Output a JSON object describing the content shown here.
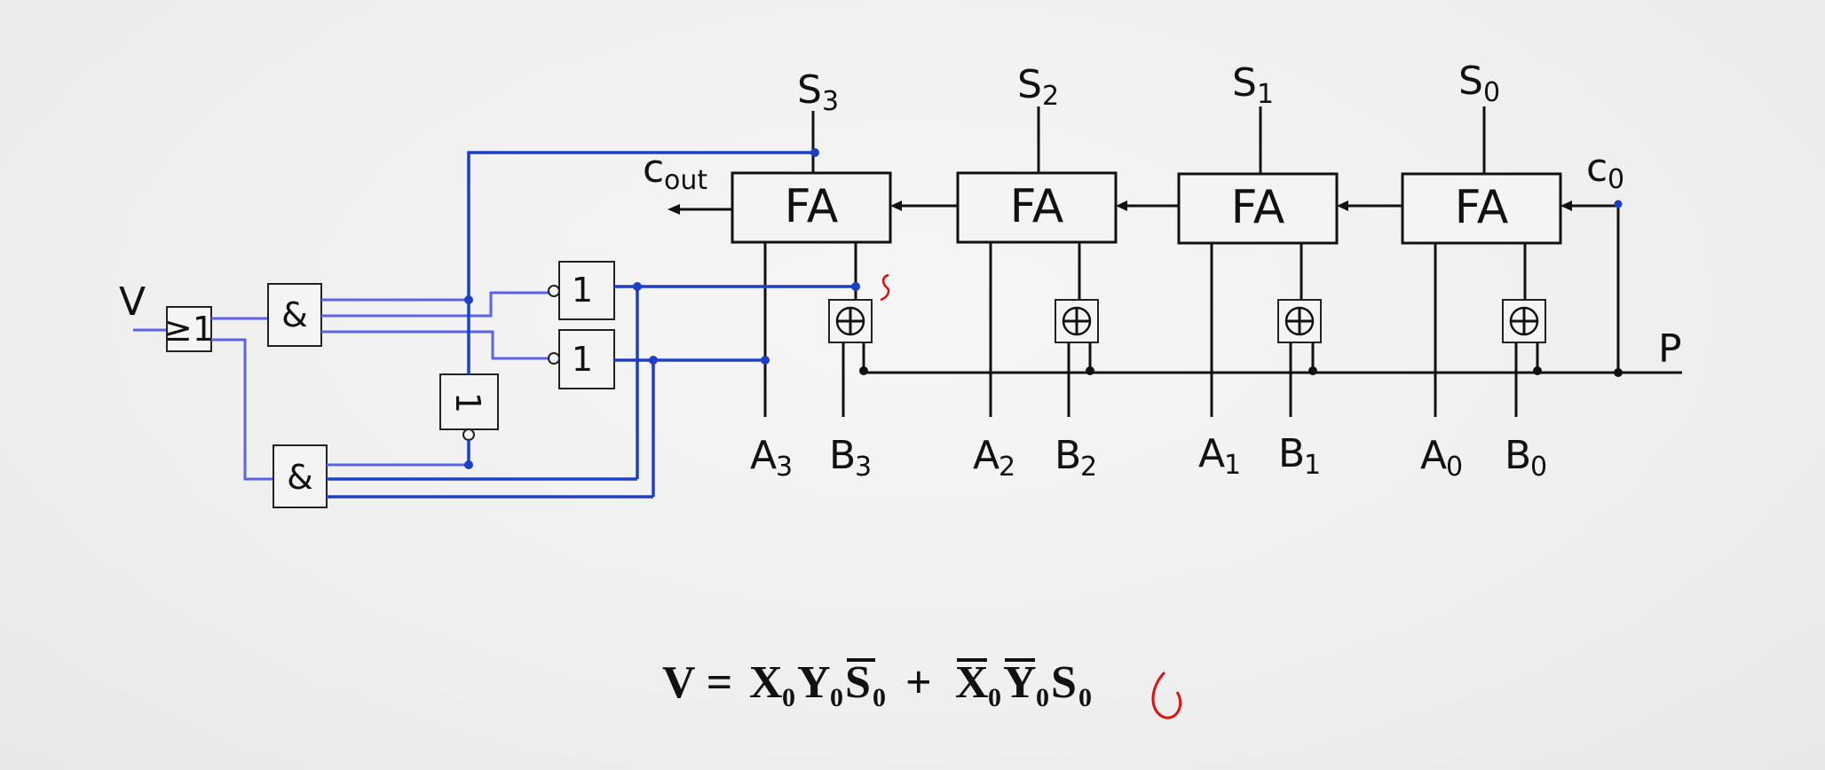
{
  "labels": {
    "s3": "S",
    "s3_sub": "3",
    "s2": "S",
    "s2_sub": "2",
    "s1": "S",
    "s1_sub": "1",
    "s0": "S",
    "s0_sub": "0",
    "cout": "c",
    "cout_sub": "out",
    "c0": "c",
    "c0_sub": "0",
    "v": "V",
    "p": "P",
    "a3": "A",
    "a3_sub": "3",
    "b3": "B",
    "b3_sub": "3",
    "a2": "A",
    "a2_sub": "2",
    "b2": "B",
    "b2_sub": "2",
    "a1": "A",
    "a1_sub": "1",
    "b1": "B",
    "b1_sub": "1",
    "a0": "A",
    "a0_sub": "0",
    "b0": "B",
    "b0_sub": "0"
  },
  "blocks": {
    "fa": "FA",
    "or_gate": "≥1",
    "and_gate": "&",
    "not_gate": "1",
    "xor_symbol": "⊕"
  },
  "equation": {
    "lhs": "V =",
    "t1a": "X",
    "t1a_sub": "0",
    "t1b": "Y",
    "t1b_sub": "0",
    "t1c": "S",
    "t1c_sub": "0",
    "plus": "+",
    "t2a": "X",
    "t2a_sub": "0",
    "t2b": "Y",
    "t2b_sub": "0",
    "t2c": "S",
    "t2c_sub": "0"
  },
  "colors": {
    "wire": "#111111",
    "control_wire": "#1d3fc4",
    "input_wire": "#5a63ea",
    "annotation": "#e01010"
  }
}
